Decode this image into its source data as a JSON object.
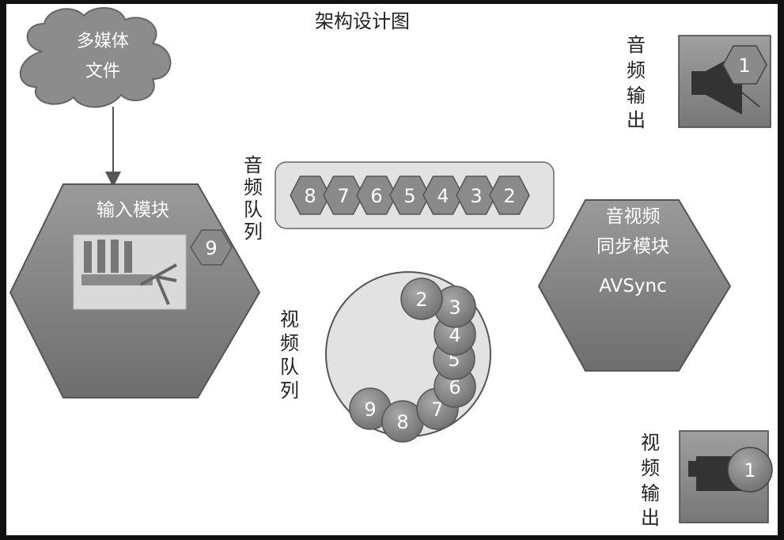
{
  "title": "架构设计图",
  "cloud": {
    "line1": "多媒体",
    "line2": "文件"
  },
  "input_module": {
    "label": "输入模块",
    "badge": "9"
  },
  "audio_queue": {
    "label": [
      "音",
      "频",
      "队",
      "列"
    ],
    "items": [
      "8",
      "7",
      "6",
      "5",
      "4",
      "3",
      "2"
    ]
  },
  "video_queue": {
    "label": [
      "视",
      "频",
      "队",
      "列"
    ],
    "items": [
      "2",
      "3",
      "4",
      "5",
      "6",
      "7",
      "8",
      "9"
    ]
  },
  "avsync": {
    "line1": "音视频",
    "line2": "同步模块",
    "line3": "AVSync"
  },
  "audio_output": {
    "label": [
      "音",
      "频",
      "输",
      "出"
    ],
    "badge": "1"
  },
  "video_output": {
    "label": [
      "视",
      "频",
      "输",
      "出"
    ],
    "badge": "1"
  },
  "colors": {
    "shape_fill": "#8a8a8a",
    "shape_dark": "#555555",
    "panel_fill": "#e2e2e2",
    "text_on_shape": "#ffffff"
  }
}
